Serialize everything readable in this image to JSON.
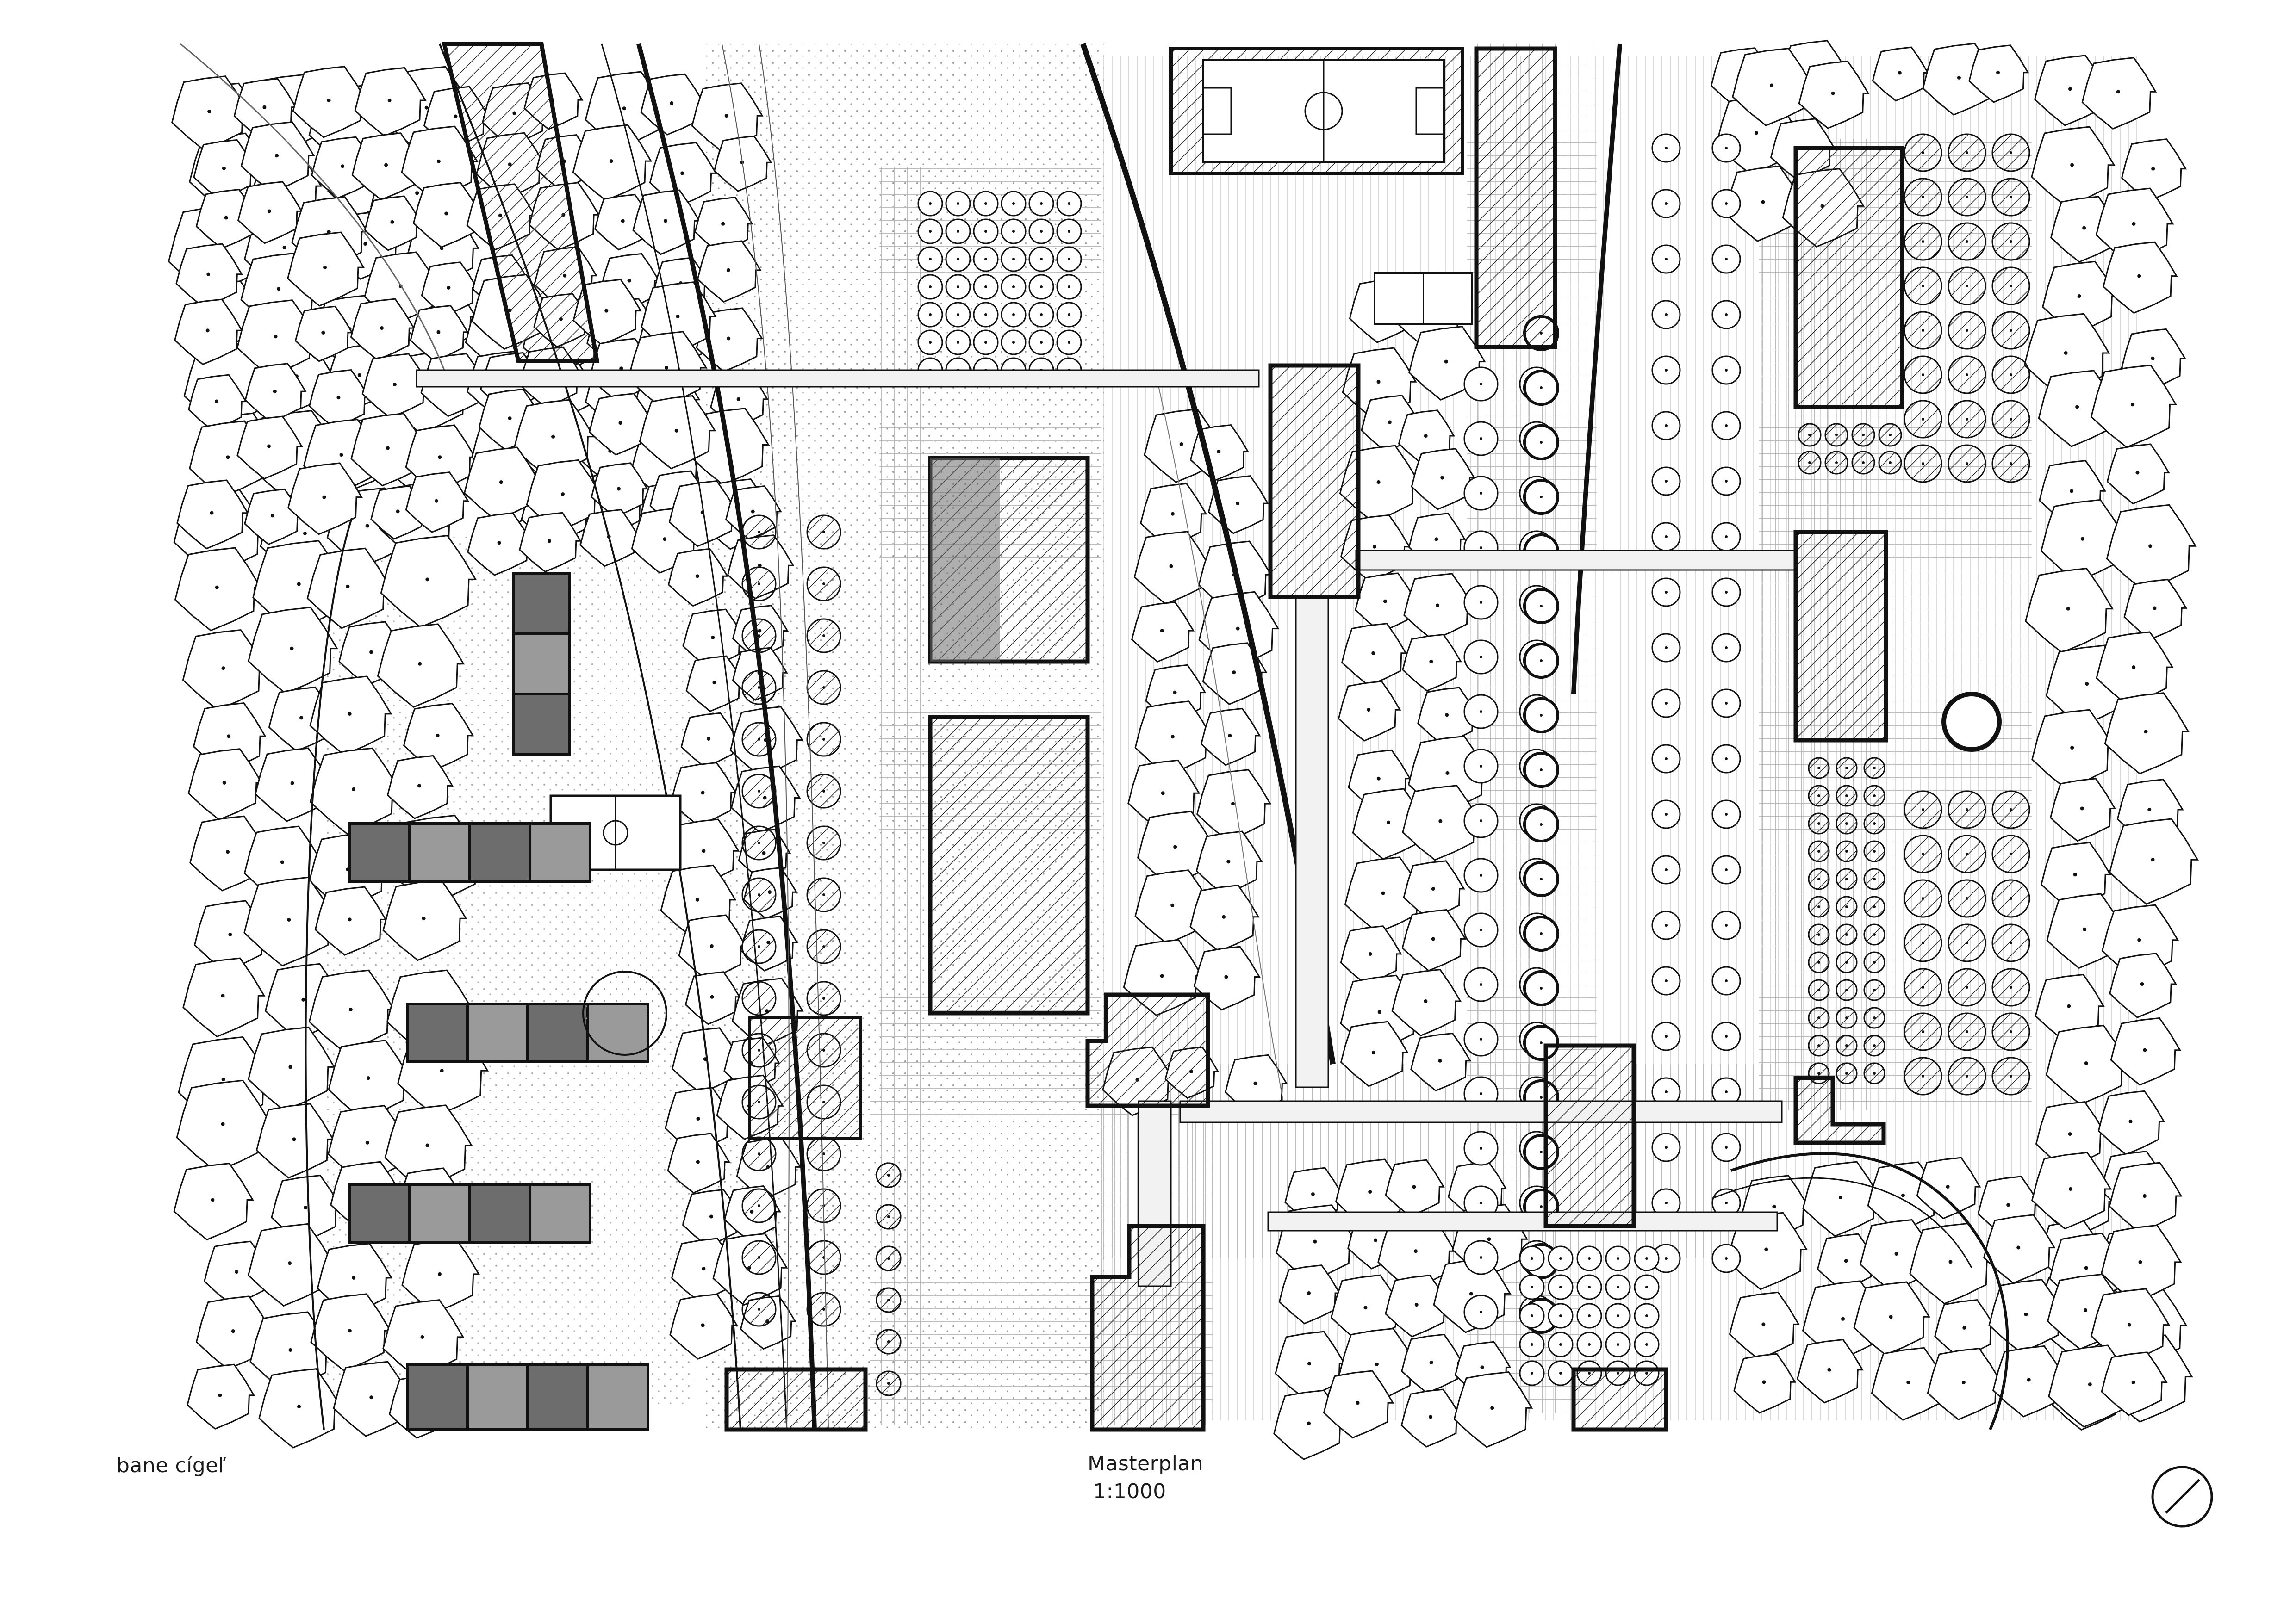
{
  "footer": {
    "project_name": "bane cígeľ",
    "title": "Masterplan",
    "scale": "1:1000"
  },
  "icons": {
    "north_arrow": "north-arrow-icon",
    "tree": "tree-canopy-icon",
    "sports_field": "sports-field-icon"
  },
  "colors": {
    "ink": "#111111",
    "building_dark": "#6d6d6d",
    "building_medium": "#9a9a9a",
    "paving": "#e9e9e9",
    "paper": "#ffffff"
  }
}
